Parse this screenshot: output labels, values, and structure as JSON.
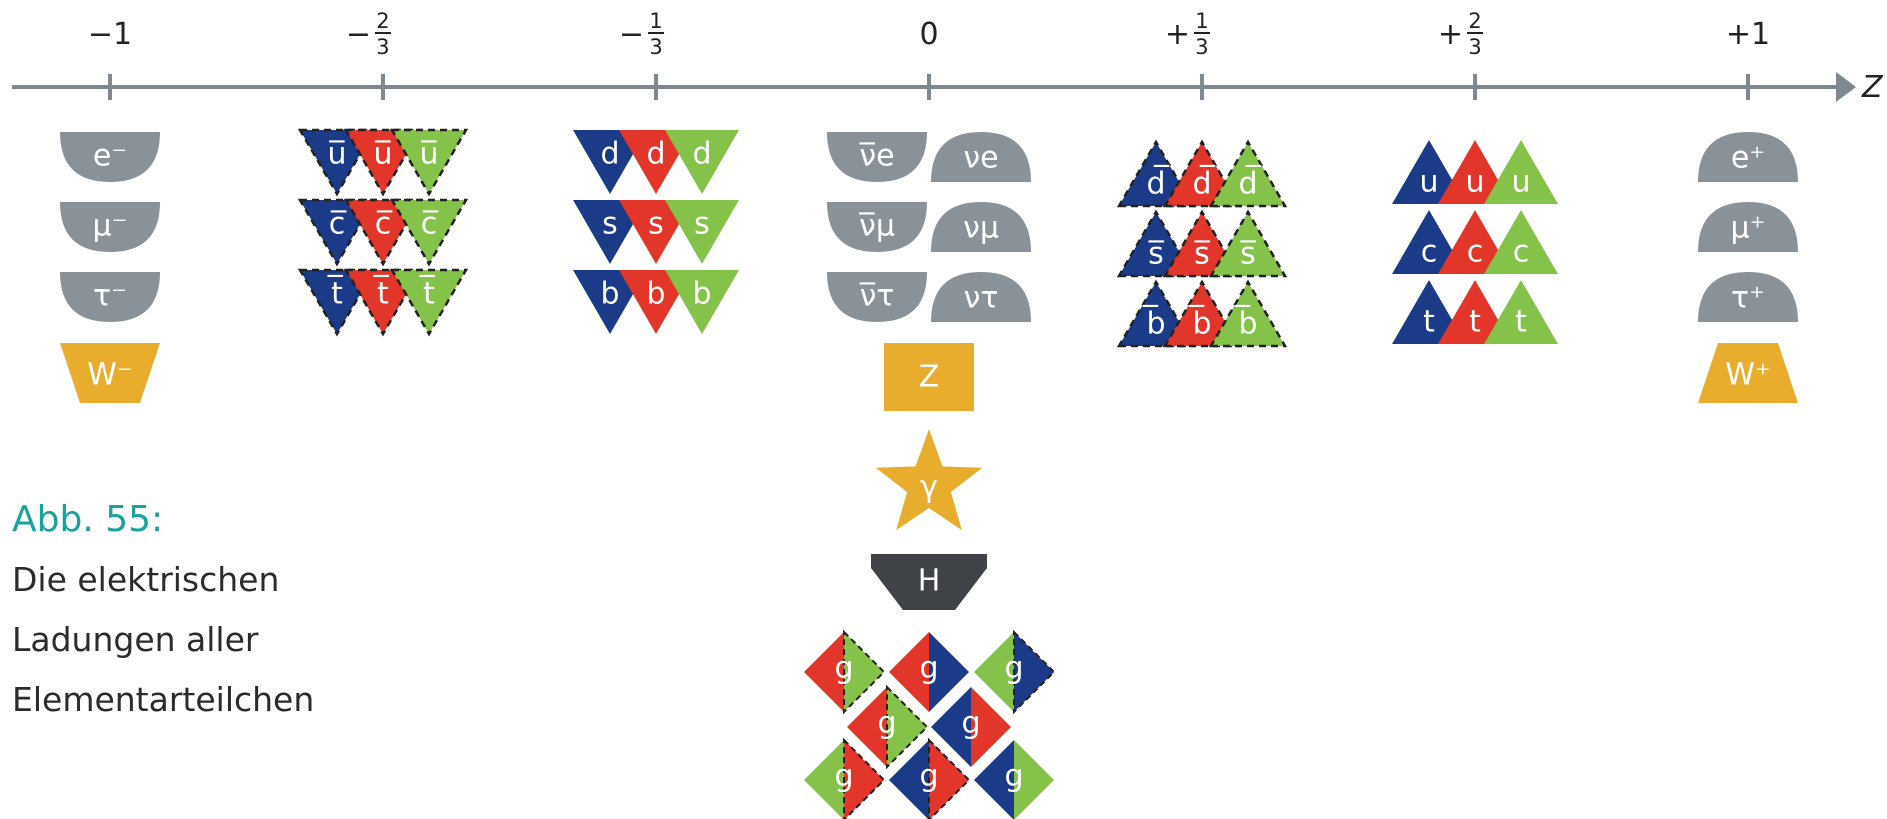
{
  "axis": {
    "label": "Z",
    "ticks": [
      {
        "charge": -1,
        "sign": "−",
        "whole": "1",
        "num": "",
        "den": ""
      },
      {
        "charge": -0.6667,
        "sign": "−",
        "whole": "",
        "num": "2",
        "den": "3"
      },
      {
        "charge": -0.3333,
        "sign": "−",
        "whole": "",
        "num": "1",
        "den": "3"
      },
      {
        "charge": 0,
        "sign": "",
        "whole": "0",
        "num": "",
        "den": ""
      },
      {
        "charge": 0.3333,
        "sign": "+",
        "whole": "",
        "num": "1",
        "den": "3"
      },
      {
        "charge": 0.6667,
        "sign": "+",
        "whole": "",
        "num": "2",
        "den": "3"
      },
      {
        "charge": 1,
        "sign": "+",
        "whole": "1",
        "num": "",
        "den": ""
      }
    ]
  },
  "colors": {
    "axis": "#7d8890",
    "lepton_gray": "#8a9299",
    "boson_gold": "#e8ad2c",
    "higgs_dark": "#3f4246",
    "quark_blue": "#1b3a87",
    "quark_red": "#e2362a",
    "quark_green": "#84c24a",
    "caption_teal": "#1aa39c"
  },
  "particles": {
    "minus_1": [
      {
        "label": "e⁻",
        "shape": "dome-down"
      },
      {
        "label": "μ⁻",
        "shape": "dome-down"
      },
      {
        "label": "τ⁻",
        "shape": "dome-down"
      },
      {
        "label": "W⁻",
        "shape": "trapezoid-down"
      }
    ],
    "minus_2_3": [
      {
        "label": "u̅",
        "rgb_labels": [
          "u̅",
          "u̅",
          "u̅"
        ]
      },
      {
        "label": "c̅",
        "rgb_labels": [
          "c̅",
          "c̅",
          "c̅"
        ]
      },
      {
        "label": "t̅",
        "rgb_labels": [
          "t̅",
          "t̅",
          "t̅"
        ]
      }
    ],
    "minus_1_3": [
      {
        "label": "d"
      },
      {
        "label": "s"
      },
      {
        "label": "b"
      }
    ],
    "zero": {
      "antineutrinos": [
        "ν̅e",
        "ν̅μ",
        "ν̅τ"
      ],
      "neutrinos": [
        "νe",
        "νμ",
        "ντ"
      ],
      "z_boson": "Z",
      "photon": "γ",
      "higgs": "H",
      "gluon": "g",
      "gluon_count": 8
    },
    "plus_1_3": [
      {
        "label": "d̅"
      },
      {
        "label": "s̅"
      },
      {
        "label": "b̅"
      }
    ],
    "plus_2_3": [
      {
        "label": "u"
      },
      {
        "label": "c"
      },
      {
        "label": "t"
      }
    ],
    "plus_1": [
      {
        "label": "e⁺",
        "shape": "dome-up"
      },
      {
        "label": "μ⁺",
        "shape": "dome-up"
      },
      {
        "label": "τ⁺",
        "shape": "dome-up"
      },
      {
        "label": "W⁺",
        "shape": "trapezoid-up"
      }
    ]
  },
  "caption": {
    "title": "Abb. 55:",
    "lines": [
      "Die elektrischen",
      "Ladungen aller",
      "Elementarteilchen"
    ]
  }
}
